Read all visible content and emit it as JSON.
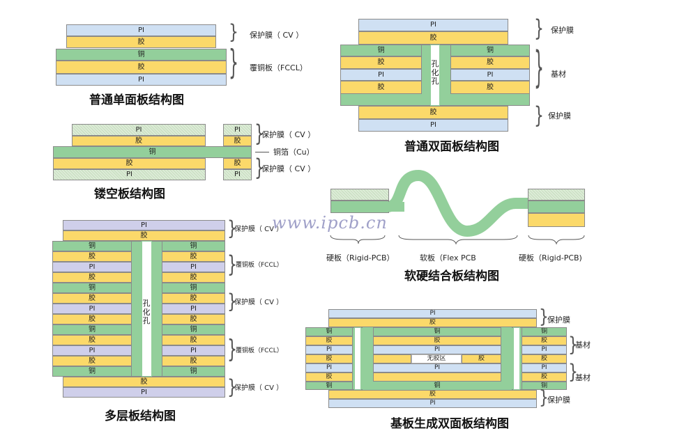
{
  "layer": {
    "pi": "PI",
    "glue": "胶",
    "copper": "铜",
    "hole": "孔化孔",
    "no_glue": "无胶区"
  },
  "labels": {
    "cv": "保护膜（ CV ）",
    "cv_plain": "保护膜",
    "fccl": "覆铜板（FCCL）",
    "fccl_small": "覆铜板（FCCL）",
    "cu_foil": "铜箔（Cu）",
    "substrate": "基材",
    "rigid": "硬板（Rigid-PCB）",
    "flex": "软板（Flex PCB",
    "rigid2": "硬板（Rigid-PCB)"
  },
  "captions": {
    "single": "普通单面板结构图",
    "hollow": "镂空板结构图",
    "multi": "多层板结构图",
    "double": "普通双面板结构图",
    "rigidflex": "软硬结合板结构图",
    "substrate": "基板生成双面板结构图"
  },
  "watermark": "www.ipcb.cn",
  "colors": {
    "pi": "#cfe0f3",
    "glue": "#fbd96a",
    "copper": "#93cf9b",
    "coverlay": "#cde2c6"
  }
}
